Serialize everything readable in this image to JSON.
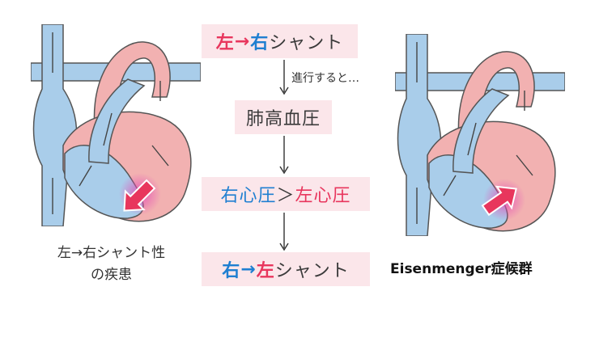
{
  "flow": {
    "step1": {
      "a": "左",
      "arrow": "→",
      "b": "右",
      "rest": "シャント"
    },
    "progress_note": "進行すると…",
    "step2": "肺高血圧",
    "step3": {
      "a": "右心圧",
      "op": "＞",
      "b": "左心圧"
    },
    "step4": {
      "a": "右",
      "arrow": "→",
      "b": "左",
      "rest": "シャント"
    }
  },
  "captions": {
    "left_line1": "左→右シャント性",
    "left_line2": "の疾患",
    "right": "Eisenmenger症候群"
  },
  "colors": {
    "left_side_red": "#e8365d",
    "right_side_blue": "#1f7fd1",
    "box_bg": "#fbe6ea",
    "vessel_blue": "#a9cdea",
    "vessel_red": "#f2b1b1",
    "shunt_arrow": "#e8365d"
  },
  "icons": [
    "heart-illustration",
    "shunt-arrow-icon",
    "flow-arrow-icon"
  ]
}
